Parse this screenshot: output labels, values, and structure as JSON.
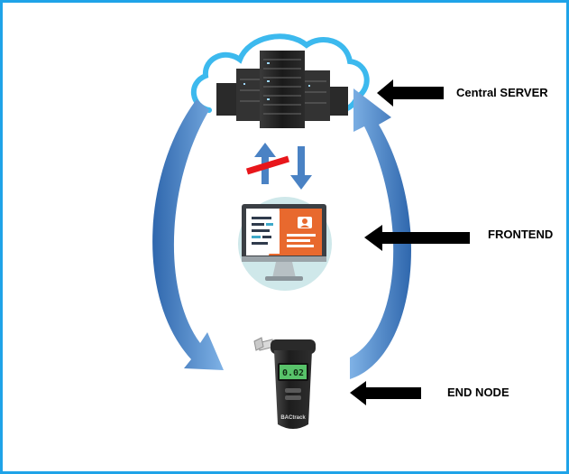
{
  "labels": {
    "server": "Central SERVER",
    "frontend": "FRONTEND",
    "end_node": "END NODE"
  },
  "device": {
    "display_value": "0.02",
    "brand": "BACtrack"
  },
  "colors": {
    "frame": "#1fa3e8",
    "cloud": "#3cb9ee",
    "flow_arrow": "#4a82c4",
    "pointer_arrow": "#000000",
    "blocked_mark": "#e8161b",
    "monitor_bg": "#cfe8ea",
    "monitor_panel": "#e8692e",
    "device_screen": "#58c36a"
  },
  "icons": {
    "server": "cloud-server-icon",
    "frontend": "monitor-icon",
    "end_node": "breathalyzer-icon"
  }
}
